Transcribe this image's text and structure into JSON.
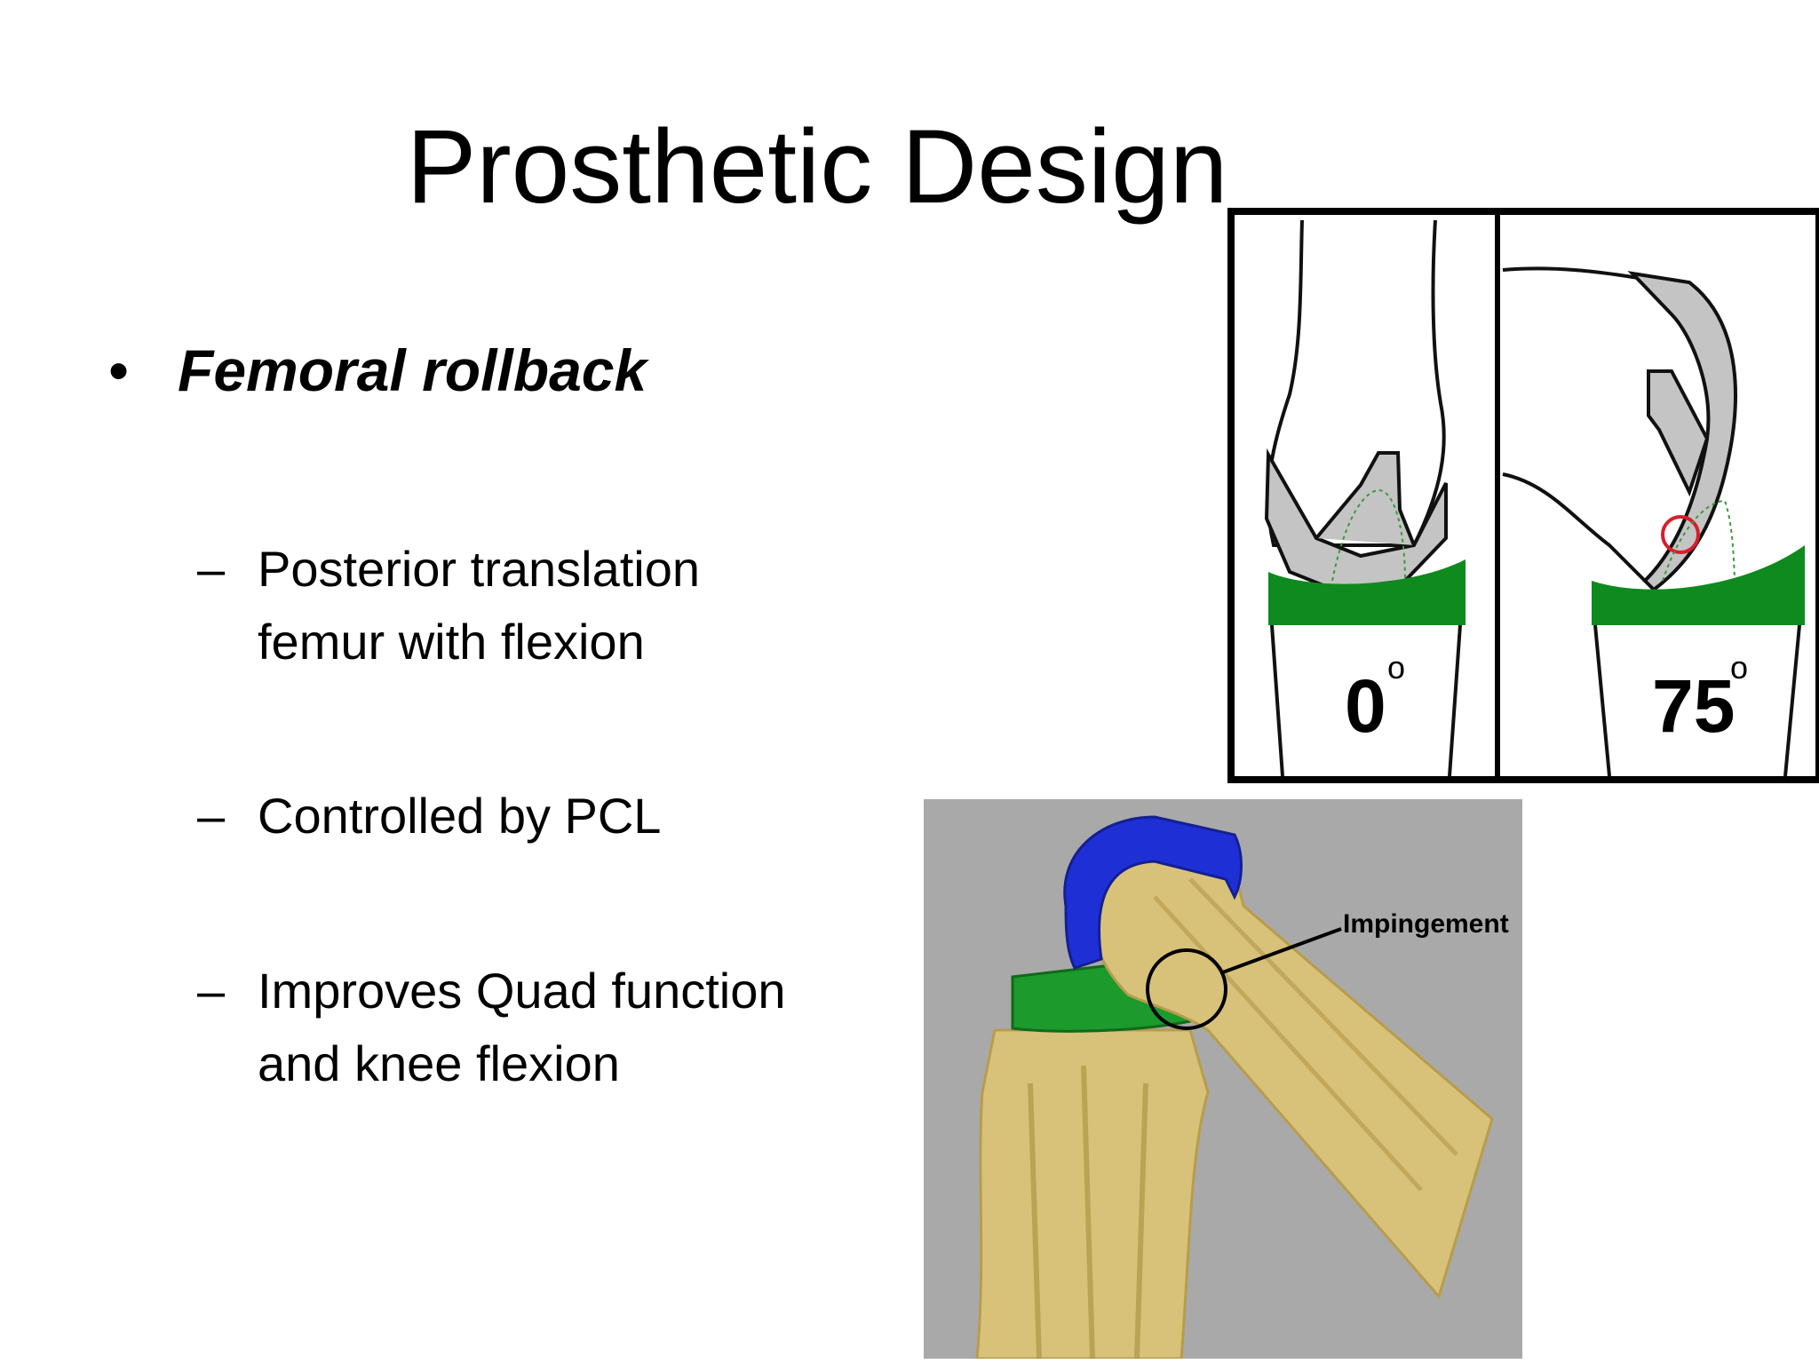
{
  "slide": {
    "title": "Prosthetic Design",
    "bullet": {
      "marker": "•",
      "text": "Femoral rollback"
    },
    "sub_items": [
      {
        "marker": "–",
        "lines": [
          "Posterior translation",
          "femur with flexion"
        ]
      },
      {
        "marker": "–",
        "lines": [
          "Controlled by PCL"
        ]
      },
      {
        "marker": "–",
        "lines": [
          "Improves Quad function",
          "and knee flexion"
        ]
      }
    ]
  },
  "diagram": {
    "panel_left_angle": "0",
    "panel_right_angle": "75",
    "degree_symbol": "o"
  },
  "photo": {
    "callout": "Impingement"
  },
  "colors": {
    "insert_green": "#0f8a1e",
    "femoral_gray": "#c4c4c4",
    "photo_bg": "#a9a9a9",
    "bone": "#d8c27a",
    "component_blue": "#1f2fd6",
    "callout_red": "#d81e2a"
  }
}
